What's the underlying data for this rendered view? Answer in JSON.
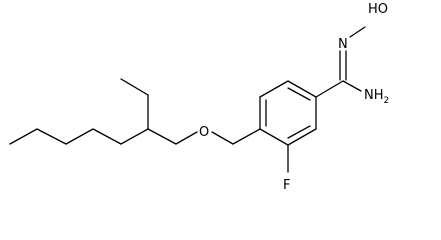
{
  "molecule": {
    "atoms": {
      "hydroxy": "HO",
      "oxime_n": "N",
      "amine": "NH",
      "amine_sub": "2",
      "ether_o": "O",
      "fluorine": "F"
    }
  }
}
